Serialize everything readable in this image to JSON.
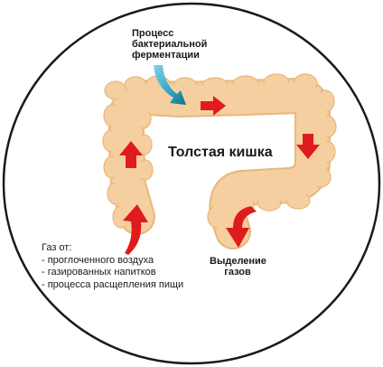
{
  "labels": {
    "fermentation": [
      "Процесс",
      "бактериальной",
      "ферментации"
    ],
    "colon": "Толстая кишка",
    "release": [
      "Выделение",
      "газов"
    ],
    "gas_title": "Газ от:",
    "gas_sources": [
      "- проглоченного воздуха",
      "- газированных напитков",
      "- процесса расщепления пищи"
    ]
  },
  "colors": {
    "colon_fill": "#f5cf9f",
    "colon_outline": "#e8b77c",
    "arrow_red": "#e01b1b",
    "fermentation_arrow": "#2aa6c2",
    "circle_border": "#1a1a1a"
  },
  "icons": {
    "flow": "red-arrow-icon",
    "fermentation": "curved-teal-arrow-icon"
  }
}
